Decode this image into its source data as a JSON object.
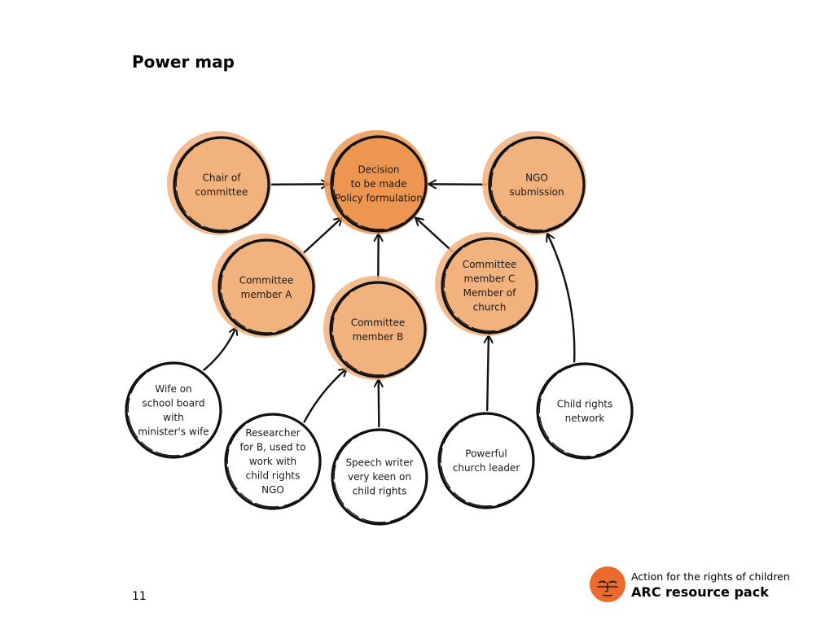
{
  "title": "Power map",
  "page_number": "11",
  "logo": {
    "tagline": "Action for the rights of children",
    "name": "ARC resource pack"
  },
  "colors": {
    "decision_fill": "#ec9651",
    "influencer_fill": "#f2b27e",
    "outer_fill": "#ffffff",
    "stroke": "#111111",
    "logo_accent": "#ea6b2c"
  },
  "nodes": [
    {
      "id": "decision",
      "kind": "decision",
      "lines": [
        "Decision",
        "to be made",
        "Policy formulation"
      ]
    },
    {
      "id": "chair",
      "kind": "influencer",
      "lines": [
        "Chair of",
        "committee"
      ]
    },
    {
      "id": "ngo-submission",
      "kind": "influencer",
      "lines": [
        "NGO",
        "submission"
      ]
    },
    {
      "id": "member-a",
      "kind": "influencer",
      "lines": [
        "Committee",
        "member A"
      ]
    },
    {
      "id": "member-b",
      "kind": "influencer",
      "lines": [
        "Committee",
        "member B"
      ]
    },
    {
      "id": "member-c",
      "kind": "influencer",
      "lines": [
        "Committee",
        "member C",
        "Member of",
        "church"
      ]
    },
    {
      "id": "wife",
      "kind": "outer",
      "lines": [
        "Wife on",
        "school board",
        "with",
        "minister's wife"
      ]
    },
    {
      "id": "researcher",
      "kind": "outer",
      "lines": [
        "Researcher",
        "for B, used to",
        "work with",
        "child rights",
        "NGO"
      ]
    },
    {
      "id": "speech-writer",
      "kind": "outer",
      "lines": [
        "Speech writer",
        "very keen on",
        "child rights"
      ]
    },
    {
      "id": "church-leader",
      "kind": "outer",
      "lines": [
        "Powerful",
        "church leader"
      ]
    },
    {
      "id": "child-rights-network",
      "kind": "outer",
      "lines": [
        "Child rights",
        "network"
      ]
    }
  ],
  "edges": [
    {
      "from": "chair",
      "to": "decision"
    },
    {
      "from": "ngo-submission",
      "to": "decision"
    },
    {
      "from": "member-a",
      "to": "decision"
    },
    {
      "from": "member-b",
      "to": "decision"
    },
    {
      "from": "member-c",
      "to": "decision"
    },
    {
      "from": "wife",
      "to": "member-a"
    },
    {
      "from": "researcher",
      "to": "member-b"
    },
    {
      "from": "speech-writer",
      "to": "member-b"
    },
    {
      "from": "church-leader",
      "to": "member-c"
    },
    {
      "from": "child-rights-network",
      "to": "ngo-submission"
    }
  ]
}
